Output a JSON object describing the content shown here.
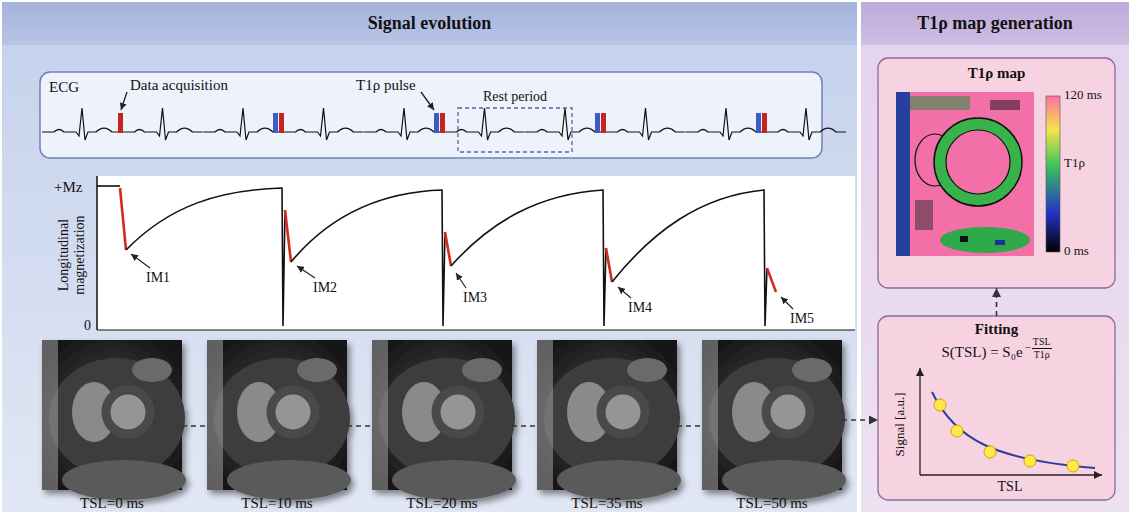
{
  "diagram": {
    "nodes": [
      {
        "text": [
          "Signal evolution"
        ]
      },
      {
        "text": [
          "ECG"
        ],
        "in": 0
      },
      {
        "text": [
          "Rest period"
        ],
        "in": 1
      },
      {
        "text": [
          "TSL=0 ms"
        ],
        "in": 0
      },
      {
        "text": [
          "TSL=10 ms"
        ],
        "in": 0
      },
      {
        "text": [
          "TSL=20 ms"
        ],
        "in": 0
      },
      {
        "text": [
          "TSL=35 ms"
        ],
        "in": 0
      },
      {
        "text": [
          "TSL=50 ms"
        ],
        "in": 0
      },
      {
        "text": [
          "T1ρ map generation"
        ]
      },
      {
        "text": [
          "T1ρ map",
          "120 ms",
          "T1ρ",
          "0 ms"
        ],
        "in": 8
      },
      {
        "text": [
          "Fitting",
          "S(TSL) = S₀e",
          "−",
          "TSL",
          "T1ρ",
          "Signal [a.u.]",
          "TSL"
        ],
        "in": 8
      }
    ],
    "edges": [
      {
        "from": 3,
        "to": 4,
        "arrow": "none"
      },
      {
        "from": 4,
        "to": 5,
        "arrow": "none"
      },
      {
        "from": 5,
        "to": 6,
        "arrow": "none"
      },
      {
        "from": 6,
        "to": 7,
        "arrow": "none"
      },
      {
        "from": 7,
        "to": 10,
        "arrow": "to"
      },
      {
        "from": 10,
        "to": 9,
        "arrow": "to"
      }
    ],
    "labels": [
      "Data acquisition",
      "T1ρ pulse",
      "Longitudinal magnetization",
      "+Mz",
      "0",
      "IM1",
      "IM2",
      "IM3",
      "IM4",
      "IM5"
    ]
  }
}
